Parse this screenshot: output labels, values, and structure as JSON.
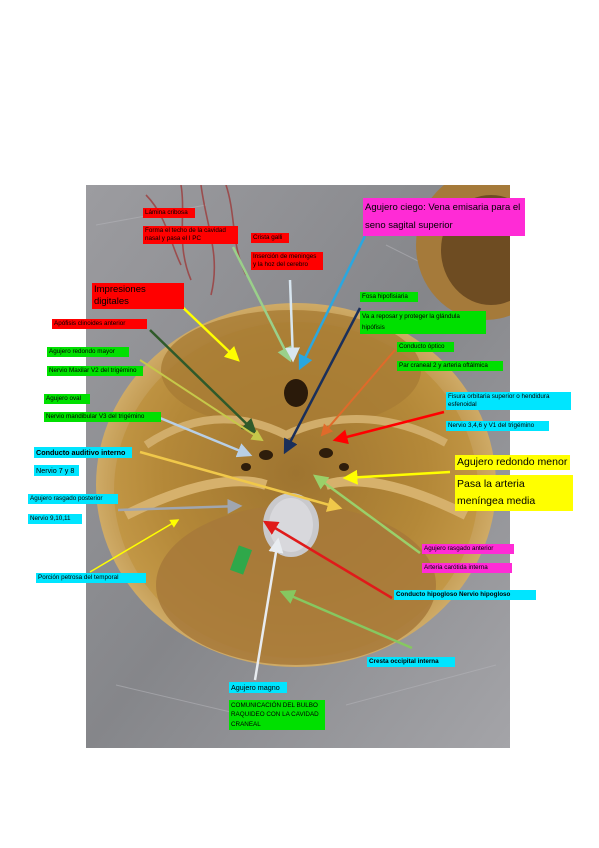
{
  "colors": {
    "red": "#ff0000",
    "green": "#00e000",
    "cyan": "#00e5ff",
    "magenta": "#ff2bd6",
    "yellow": "#ffff00",
    "bone": "#b88a3a",
    "metal": "#8f8f92"
  },
  "labels": {
    "lamina_cribosa": "Lámina cribosa",
    "lamina_desc": "Forma el techo de la cavidad nasal y pasa el I PC",
    "cresta_galli": "Crista galli",
    "cresta_galli_desc": "Inserción de meninges y la hoz del cerebro",
    "agujero_ciego": "Agujero ciego: Vena emisaria para el seno sagital superior",
    "impresiones": "Impresiones digitales",
    "apofisis": "Apófisis clinoides anterior",
    "fosa_hipofisiaria": "Fosa hipofisiaria",
    "fosa_desc": "Va a reposar y proteger la glándula hipófisis",
    "redondo_mayor": "Agujero redondo mayor",
    "redondo_mayor_desc": "Nervio Maxilar V2 del trigémino",
    "conducto_optico": "Conducto óptico",
    "conducto_optico_desc": "Par craneal 2 y arteria oftálmica",
    "oval": "Agujero oval",
    "oval_desc": "Nervio mandibular V3 del trigémino",
    "fisura_orbitaria": "Fisura orbitaria superior o hendidura esfenoidal",
    "fisura_desc": "Nervio 3,4,6 y V1 del trigémino",
    "auditivo": "Conducto auditivo interno",
    "auditivo_desc": "Nervio 7 y 8",
    "redondo_menor": "Agujero redondo menor",
    "redondo_menor_desc": "Pasa la arteria meníngea media",
    "rasgado_post": "Agujero rasgado posterior",
    "rasgado_post_desc": "Nervio 9,10,11",
    "rasgado_ant": "Agujero rasgado anterior",
    "rasgado_ant_desc": "Arteria carótida interna",
    "porcion_petrosa": "Porción petrosa del temporal",
    "hipogloso": "Conducto hipogloso Nervio hipogloso",
    "cresta_occipital": "Cresta occipital interna",
    "magno": "Agujero magno",
    "magno_desc": "COMUNICACIÓN DEL BULBO RAQUIDEO CON LA CAVIDAD CRANEAL"
  }
}
